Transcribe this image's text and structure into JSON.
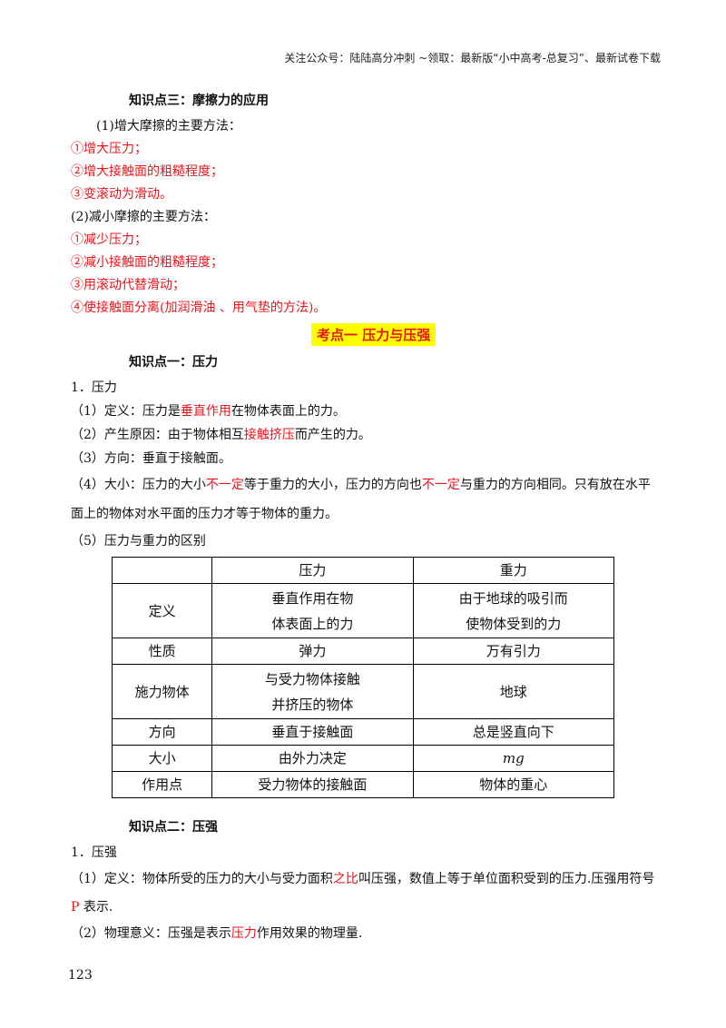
{
  "header": {
    "note": "关注公众号：陆陆高分冲刺  ~领取：最新版“小中高考-总复习”、最新试卷下载"
  },
  "section3": {
    "title": "知识点三：摩擦力的应用",
    "increase_title": "(1)增大摩擦的主要方法：",
    "increase_items": [
      "①增大压力；",
      "②增大接触面的粗糙程度；",
      "③变滚动为滑动。"
    ],
    "decrease_title": "(2)减小摩擦的主要方法：",
    "decrease_items": [
      "①减少压力；",
      "②减小接触面的粗糙程度；",
      "③用滚动代替滑动；",
      "④使接触面分离(加润滑油 、用气垫的方法)。"
    ]
  },
  "kaodian": {
    "title": "考点一  压力与压强"
  },
  "pressure_force": {
    "section_title": "知识点一：压力",
    "heading": "1．压力",
    "def_pre": "（1）定义：压力是",
    "def_red": "垂直作用",
    "def_post": "在物体表面上的力。",
    "cause_pre": "（2）产生原因：由于物体相互",
    "cause_red": "接触挤压",
    "cause_post": "而产生的力。",
    "direction": "（3）方向：垂直于接触面。",
    "size_a": "（4）大小：压力的大小",
    "size_red1": "不一定",
    "size_b": "等于重力的大小，压力的方向也",
    "size_red2": "不一定",
    "size_c": "与重力的方向相同。只有放在水平",
    "size_line2": "面上的物体对水平面的压力才等于物体的重力。",
    "diff_title": "（5）压力与重力的区别"
  },
  "table": {
    "header": [
      "",
      "压力",
      "重力"
    ],
    "rows": [
      {
        "label": "定义",
        "pressure": [
          "垂直作用在物",
          "体表面上的力"
        ],
        "gravity": [
          "由于地球的吸引而",
          "使物体受到的力"
        ]
      },
      {
        "label": "性质",
        "pressure": [
          "弹力"
        ],
        "gravity": [
          "万有引力"
        ]
      },
      {
        "label": "施力物体",
        "pressure": [
          "与受力物体接触",
          "并挤压的物体"
        ],
        "gravity": [
          "地球"
        ]
      },
      {
        "label": "方向",
        "pressure": [
          "垂直于接触面"
        ],
        "gravity": [
          "总是竖直向下"
        ]
      },
      {
        "label": "大小",
        "pressure": [
          "由外力决定"
        ],
        "gravity": [
          "mg"
        ]
      },
      {
        "label": "作用点",
        "pressure": [
          "受力物体的接触面"
        ],
        "gravity": [
          "物体的重心"
        ]
      }
    ]
  },
  "pressure": {
    "section_title": "知识点二：压强",
    "heading": "1．压强",
    "def_pre": "（1）定义：物体所受的压力的大小与受力面积",
    "def_red": "之比",
    "def_post": "叫压强，数值上等于单位面积受到的压力.压强用符号",
    "symbol_red": "P",
    "symbol_post": " 表示.",
    "meaning_pre": "（2）物理意义：压强是表示",
    "meaning_red": "压力",
    "meaning_post": "作用效果的物理量."
  },
  "page_number": "123"
}
